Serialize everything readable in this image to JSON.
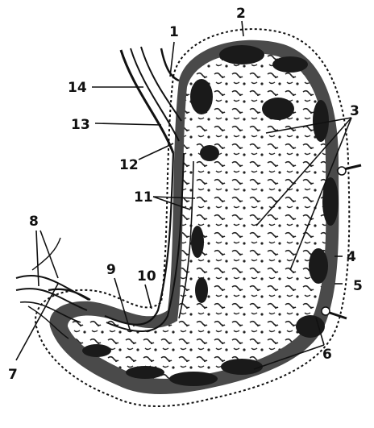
{
  "figure": {
    "colors": {
      "ink": "#111111",
      "paper": "#ffffff",
      "mucosa": "#2a2a2a",
      "wall": "#4a4a4a"
    },
    "callouts": [
      "1",
      "2",
      "3",
      "4",
      "5",
      "6",
      "7",
      "8",
      "9",
      "10",
      "11",
      "12",
      "13",
      "14"
    ]
  }
}
